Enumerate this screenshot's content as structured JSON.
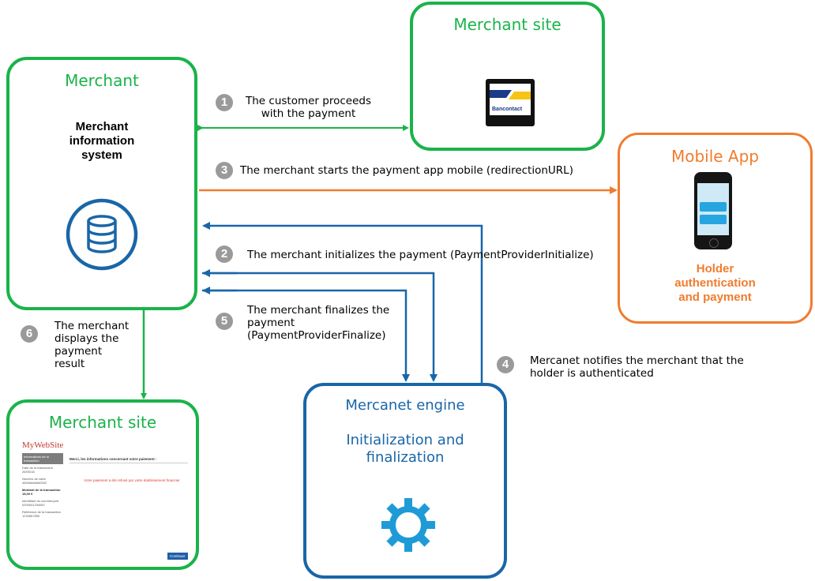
{
  "merchant": {
    "title": "Merchant",
    "system_label": "Merchant information system",
    "icon": "database-icon"
  },
  "merchant_site_top": {
    "title": "Merchant site",
    "logo_text": "Bancontact"
  },
  "mobile_app": {
    "title": "Mobile App",
    "caption": "Holder authentication and payment"
  },
  "merchant_site_bottom": {
    "title": "Merchant site",
    "mini_site": {
      "brand": "MyWebSite",
      "sidebar_header": "Informations de la transaction",
      "sidebar_items": [
        "Date de la transaction 26/06/18",
        "Numéro de carte 4600######0002",
        "Montant de la transaction 15,00 €",
        "Identifiant du commerçant 0200001234567",
        "Référence de la transaction 1234567890"
      ],
      "content_header": "Merci, les informations concernant votre paiement :",
      "status_message": "Votre paiement a été refusé par votre établissement financier",
      "button_label": "Continuer"
    }
  },
  "engine": {
    "title": "Mercanet engine",
    "subtitle": "Initialization and finalization",
    "icon": "gear-icon"
  },
  "steps": [
    {
      "number": "1",
      "text": "The customer proceeds\nwith the payment"
    },
    {
      "number": "3",
      "text": "The merchant starts the payment app mobile (redirectionURL)"
    },
    {
      "number": "2",
      "text": "The merchant initializes the payment (PaymentProviderInitialize)"
    },
    {
      "number": "5",
      "text": "The merchant finalizes the\npayment\n(PaymentProviderFinalize)"
    },
    {
      "number": "6",
      "text": "The merchant\ndisplays the\npayment\nresult"
    },
    {
      "number": "4",
      "text": "Mercanet notifies the merchant that the\nholder is authenticated"
    }
  ],
  "colors": {
    "green": "#1ab34a",
    "orange": "#f07c2e",
    "blue": "#1966a8",
    "badge": "#9a9a9a"
  }
}
